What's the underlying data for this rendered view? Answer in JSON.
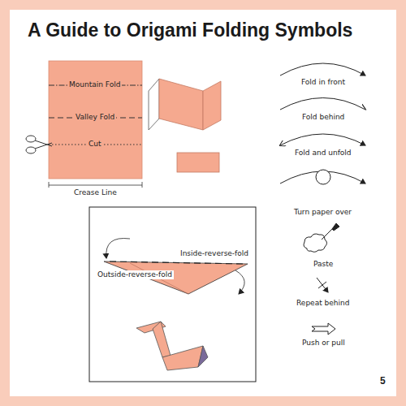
{
  "diagram": {
    "title": "A Guide to Origami Folding Symbols",
    "nodes": [
      {
        "text": [
          "Mountain Fold",
          "Valley Fold",
          "Cut"
        ]
      },
      {
        "text": [
          "Inside-reverse-fold",
          "Outside-reverse-fold"
        ]
      }
    ],
    "labels": [
      "Crease Line",
      "Fold in front",
      "Fold behind",
      "Fold and unfold",
      "Turn paper over",
      "Paste",
      "Repeat behind",
      "Push or pull",
      "5"
    ]
  }
}
